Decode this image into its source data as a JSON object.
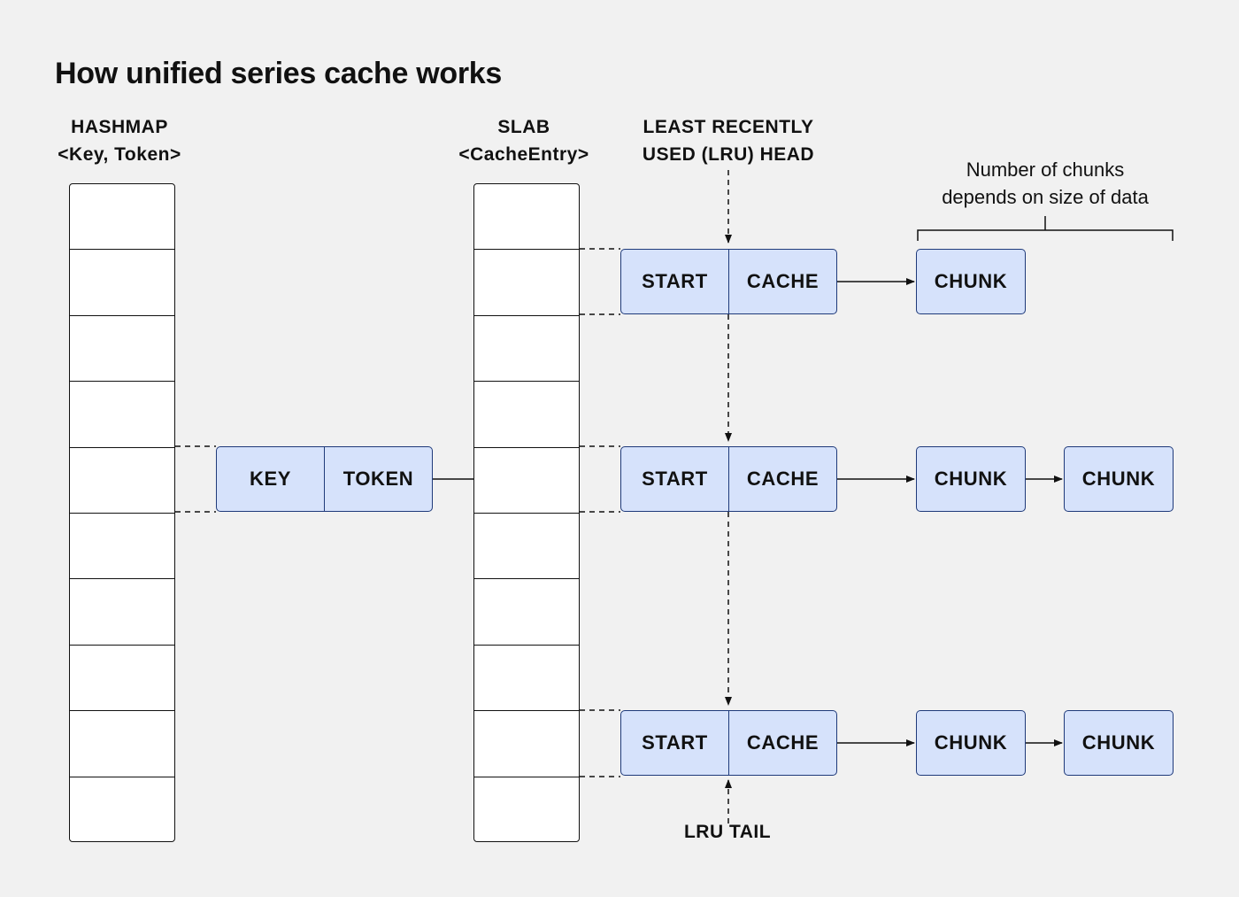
{
  "title": "How unified series cache works",
  "hashmap": {
    "label_line1": "HASHMAP",
    "label_line2": "<Key, Token>"
  },
  "slab": {
    "label_line1": "SLAB",
    "label_line2": "<CacheEntry>"
  },
  "lru_head": {
    "label_line1": "LEAST RECENTLY",
    "label_line2": "USED (LRU) HEAD"
  },
  "lru_tail": {
    "label": "LRU TAIL"
  },
  "chunk_note": {
    "line1": "Number of chunks",
    "line2": "depends on size of data"
  },
  "key_token_node": {
    "key": "KEY",
    "token": "TOKEN"
  },
  "cache_entries": [
    {
      "start": "START",
      "cache": "CACHE",
      "chunks": [
        "CHUNK"
      ]
    },
    {
      "start": "START",
      "cache": "CACHE",
      "chunks": [
        "CHUNK",
        "CHUNK"
      ]
    },
    {
      "start": "START",
      "cache": "CACHE",
      "chunks": [
        "CHUNK",
        "CHUNK"
      ]
    }
  ],
  "colors": {
    "node_fill": "#d6e2fb",
    "node_border": "#1f3a7a",
    "background": "#f1f1f1"
  }
}
